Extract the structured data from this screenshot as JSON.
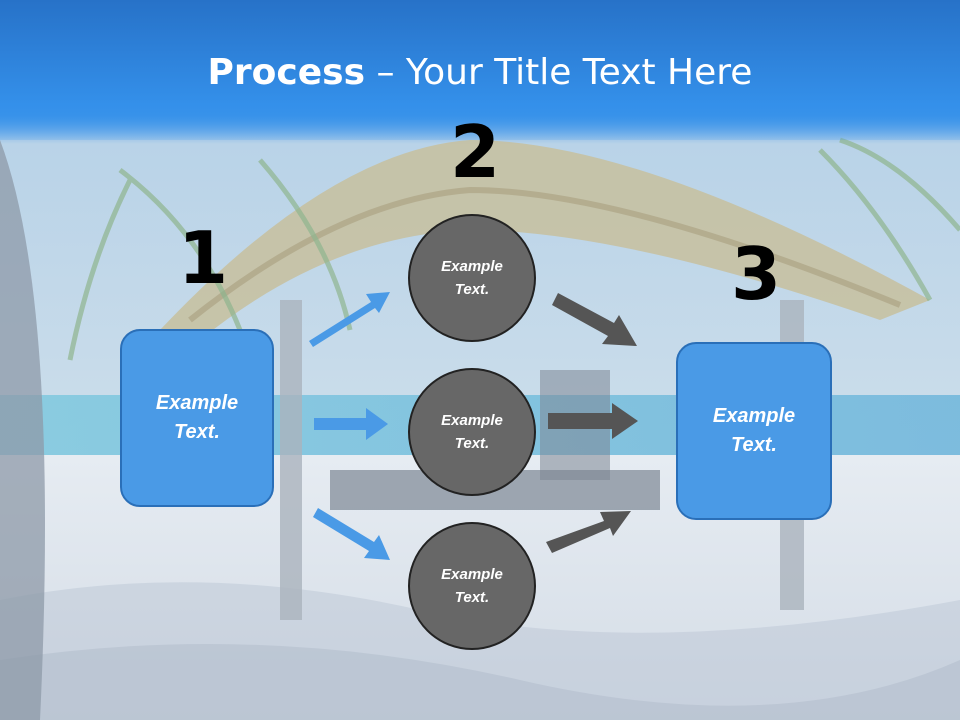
{
  "title": {
    "bold": "Process",
    "rest": " – Your Title Text Here"
  },
  "steps": [
    {
      "number": "1",
      "text": "Example\nText."
    },
    {
      "number": "2",
      "text": "Example\nText."
    },
    {
      "number": "3",
      "text": "Example\nText."
    }
  ],
  "circles": [
    {
      "text": "Example\nText."
    },
    {
      "text": "Example\nText."
    },
    {
      "text": "Example\nText."
    }
  ],
  "colors": {
    "header_blue": "#2f86df",
    "box_blue": "#4a9ae6",
    "circle_gray": "#676767",
    "arrow_blue": "#4a9ae6",
    "arrow_gray": "#555555"
  },
  "background": "tropical-beach-hut-photo"
}
